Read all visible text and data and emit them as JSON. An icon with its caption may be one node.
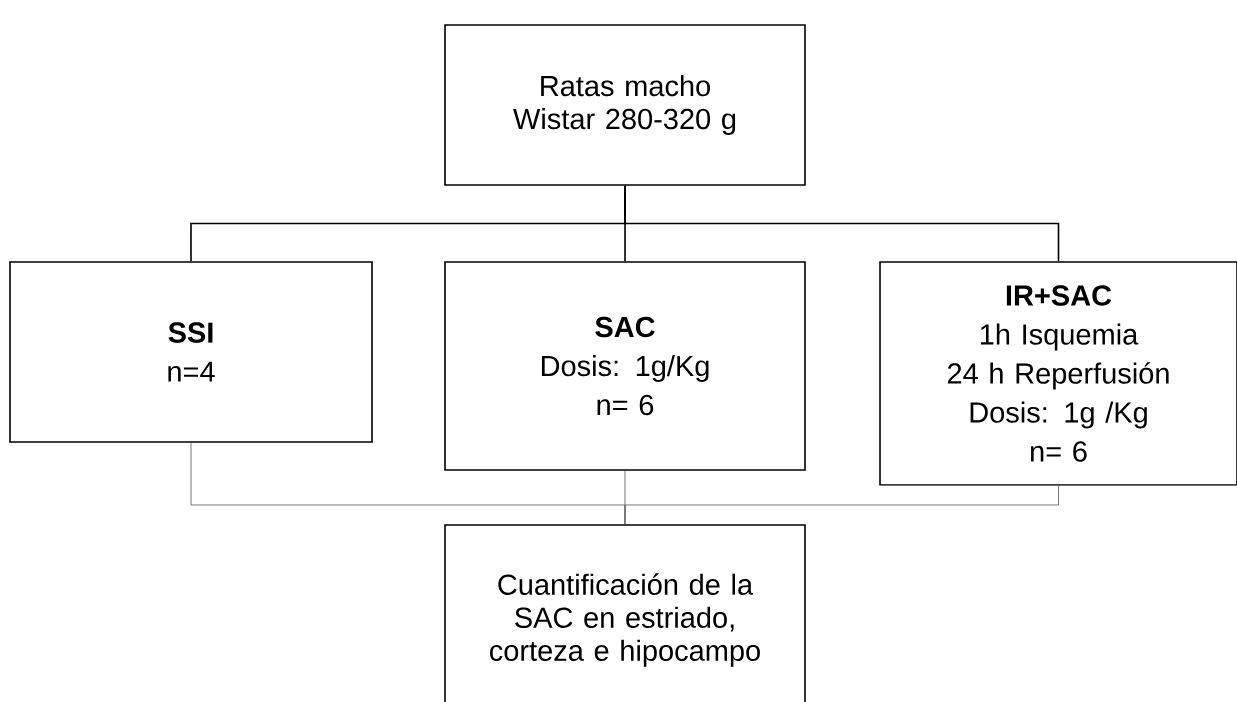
{
  "diagram": {
    "nodes": [
      {
        "text": [
          "Ratas macho Wistar 280-320 g"
        ]
      },
      {
        "text": [
          "SSI",
          "n=4"
        ]
      },
      {
        "text": [
          "SAC",
          "Dosis: 1g/Kg",
          "n= 6"
        ]
      },
      {
        "text": [
          "IR+SAC",
          "1h Isquemia",
          "24 h Reperfusión",
          "Dosis: 1g /Kg",
          "n= 6"
        ]
      },
      {
        "text": [
          "Cuantificación de la SAC en estriado, corteza e hipocampo"
        ]
      }
    ],
    "edges": [
      {
        "from": 0,
        "to": 1,
        "arrow": "none"
      },
      {
        "from": 0,
        "to": 2,
        "arrow": "none"
      },
      {
        "from": 0,
        "to": 3,
        "arrow": "none"
      },
      {
        "from": 1,
        "to": 4,
        "arrow": "none",
        "color": "#555555"
      },
      {
        "from": 2,
        "to": 4,
        "arrow": "none",
        "color": "#555555"
      },
      {
        "from": 3,
        "to": 4,
        "arrow": "none",
        "color": "#555555"
      }
    ]
  }
}
